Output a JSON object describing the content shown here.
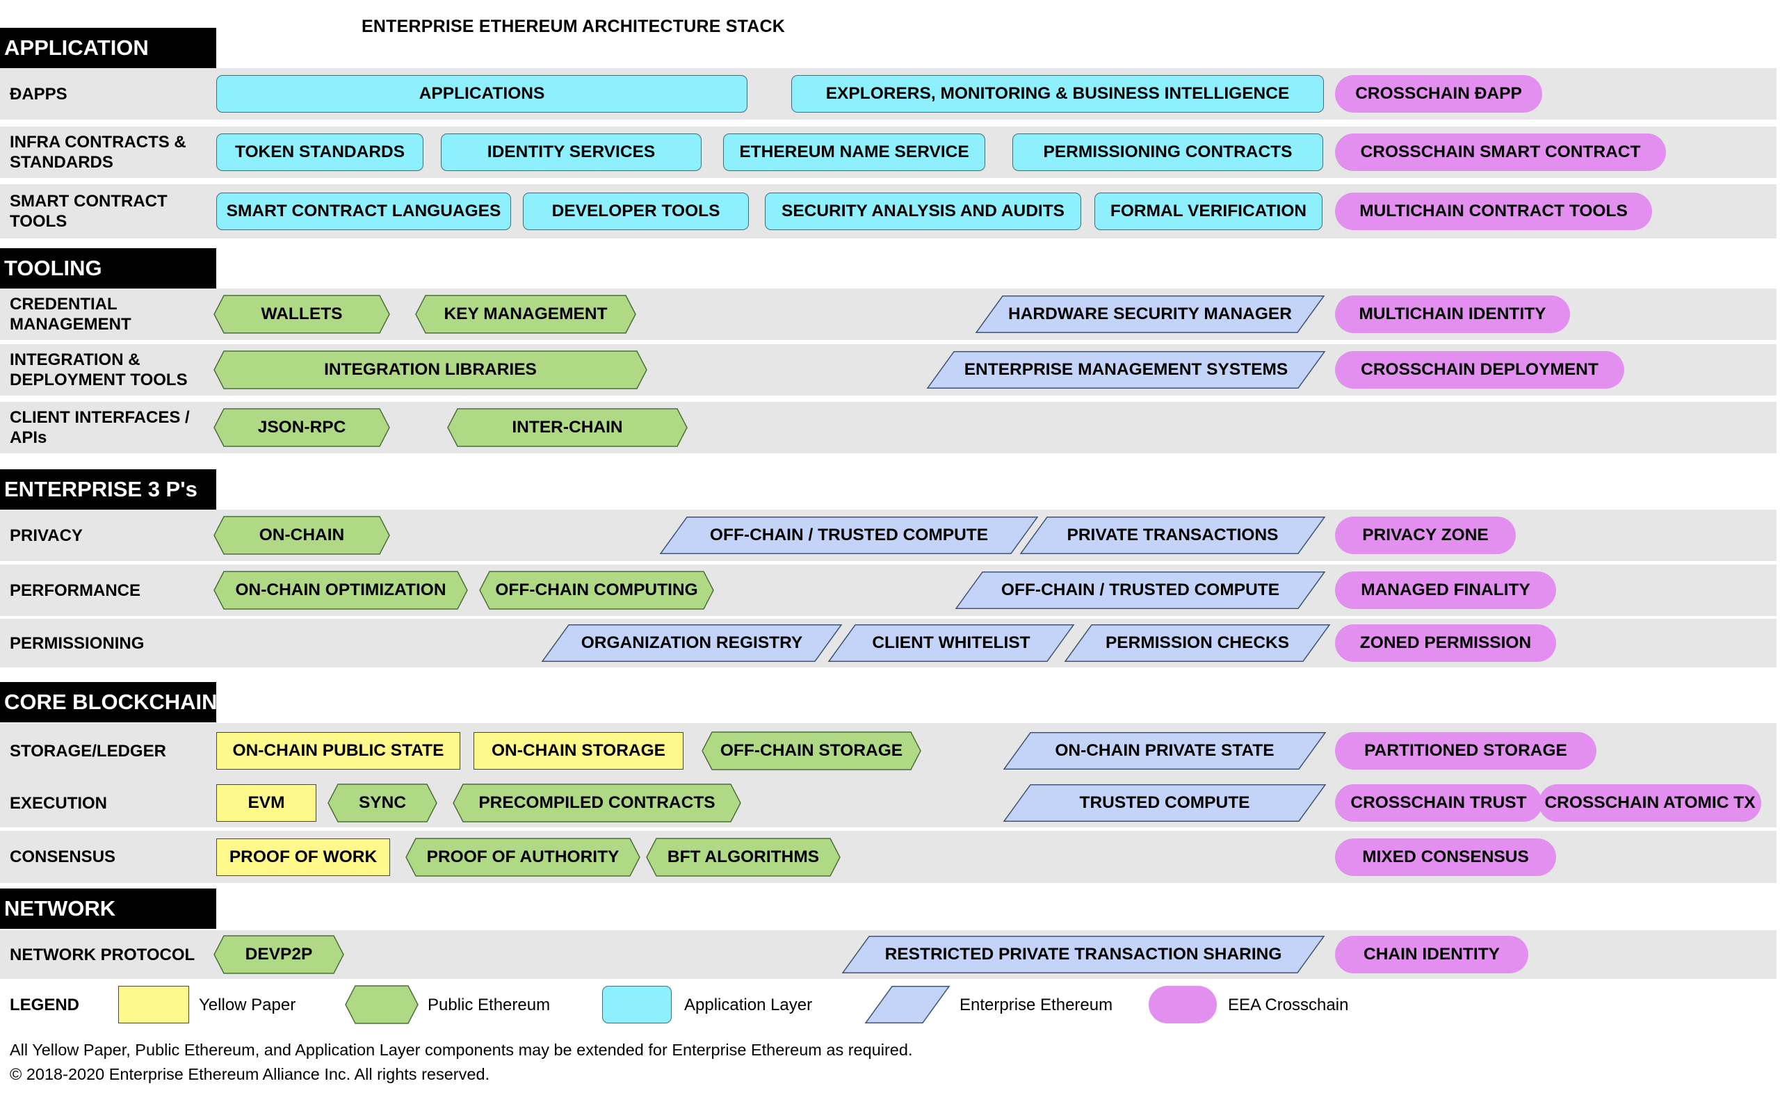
{
  "title": "ENTERPRISE ETHEREUM ARCHITECTURE STACK",
  "colors": {
    "yellow_paper": "#fff98c",
    "public_ethereum": "#b0d985",
    "application_layer": "#8ef0fd",
    "enterprise_ethereum": "#c3d4f8",
    "eea_crosschain": "#e28fef"
  },
  "sections": [
    "APPLICATION",
    "TOOLING",
    "ENTERPRISE 3 P's",
    "CORE BLOCKCHAIN",
    "NETWORK"
  ],
  "rows": [
    {
      "label": "ĐAPPS",
      "items": [
        {
          "text": "APPLICATIONS",
          "kind": "app"
        },
        {
          "text": "EXPLORERS, MONITORING & BUSINESS INTELLIGENCE",
          "kind": "app"
        },
        {
          "text": "CROSSCHAIN ĐAPP",
          "kind": "ec"
        }
      ]
    },
    {
      "label": "INFRA CONTRACTS & STANDARDS",
      "items": [
        {
          "text": "TOKEN STANDARDS",
          "kind": "app"
        },
        {
          "text": "IDENTITY SERVICES",
          "kind": "app"
        },
        {
          "text": "ETHEREUM NAME SERVICE",
          "kind": "app"
        },
        {
          "text": "PERMISSIONING CONTRACTS",
          "kind": "app"
        },
        {
          "text": "CROSSCHAIN SMART CONTRACT",
          "kind": "ec"
        }
      ]
    },
    {
      "label": "SMART CONTRACT TOOLS",
      "items": [
        {
          "text": "SMART CONTRACT LANGUAGES",
          "kind": "app"
        },
        {
          "text": "DEVELOPER TOOLS",
          "kind": "app"
        },
        {
          "text": "SECURITY ANALYSIS AND AUDITS",
          "kind": "app"
        },
        {
          "text": "FORMAL VERIFICATION",
          "kind": "app"
        },
        {
          "text": "MULTICHAIN CONTRACT TOOLS",
          "kind": "ec"
        }
      ]
    },
    {
      "label": "CREDENTIAL MANAGEMENT",
      "items": [
        {
          "text": "WALLETS",
          "kind": "pub"
        },
        {
          "text": "KEY MANAGEMENT",
          "kind": "pub"
        },
        {
          "text": "HARDWARE SECURITY MANAGER",
          "kind": "ent"
        },
        {
          "text": "MULTICHAIN IDENTITY",
          "kind": "ec"
        }
      ]
    },
    {
      "label": "INTEGRATION & DEPLOYMENT TOOLS",
      "items": [
        {
          "text": "INTEGRATION LIBRARIES",
          "kind": "pub"
        },
        {
          "text": "ENTERPRISE MANAGEMENT SYSTEMS",
          "kind": "ent"
        },
        {
          "text": "CROSSCHAIN DEPLOYMENT",
          "kind": "ec"
        }
      ]
    },
    {
      "label": "CLIENT INTERFACES / APIs",
      "items": [
        {
          "text": "JSON-RPC",
          "kind": "pub"
        },
        {
          "text": "INTER-CHAIN",
          "kind": "pub"
        }
      ]
    },
    {
      "label": "PRIVACY",
      "items": [
        {
          "text": "ON-CHAIN",
          "kind": "pub"
        },
        {
          "text": "OFF-CHAIN / TRUSTED COMPUTE",
          "kind": "ent"
        },
        {
          "text": "PRIVATE TRANSACTIONS",
          "kind": "ent"
        },
        {
          "text": "PRIVACY ZONE",
          "kind": "ec"
        }
      ]
    },
    {
      "label": "PERFORMANCE",
      "items": [
        {
          "text": "ON-CHAIN OPTIMIZATION",
          "kind": "pub"
        },
        {
          "text": "OFF-CHAIN COMPUTING",
          "kind": "pub"
        },
        {
          "text": "OFF-CHAIN / TRUSTED COMPUTE",
          "kind": "ent"
        },
        {
          "text": "MANAGED FINALITY",
          "kind": "ec"
        }
      ]
    },
    {
      "label": "PERMISSIONING",
      "items": [
        {
          "text": "ORGANIZATION REGISTRY",
          "kind": "ent"
        },
        {
          "text": "CLIENT WHITELIST",
          "kind": "ent"
        },
        {
          "text": "PERMISSION CHECKS",
          "kind": "ent"
        },
        {
          "text": "ZONED PERMISSION",
          "kind": "ec"
        }
      ]
    },
    {
      "label": "STORAGE/LEDGER",
      "items": [
        {
          "text": "ON-CHAIN PUBLIC STATE",
          "kind": "yp"
        },
        {
          "text": "ON-CHAIN STORAGE",
          "kind": "yp"
        },
        {
          "text": "OFF-CHAIN STORAGE",
          "kind": "pub"
        },
        {
          "text": "ON-CHAIN PRIVATE STATE",
          "kind": "ent"
        },
        {
          "text": "PARTITIONED STORAGE",
          "kind": "ec"
        }
      ]
    },
    {
      "label": "EXECUTION",
      "items": [
        {
          "text": "EVM",
          "kind": "yp"
        },
        {
          "text": "SYNC",
          "kind": "pub"
        },
        {
          "text": "PRECOMPILED CONTRACTS",
          "kind": "pub"
        },
        {
          "text": "TRUSTED COMPUTE",
          "kind": "ent"
        },
        {
          "text": "CROSSCHAIN TRUST",
          "kind": "ec"
        },
        {
          "text": "CROSSCHAIN ATOMIC TX",
          "kind": "ec"
        }
      ]
    },
    {
      "label": "CONSENSUS",
      "items": [
        {
          "text": "PROOF OF WORK",
          "kind": "yp"
        },
        {
          "text": "PROOF OF AUTHORITY",
          "kind": "pub"
        },
        {
          "text": "BFT ALGORITHMS",
          "kind": "pub"
        },
        {
          "text": "MIXED CONSENSUS",
          "kind": "ec"
        }
      ]
    },
    {
      "label": "NETWORK PROTOCOL",
      "items": [
        {
          "text": "DEVP2P",
          "kind": "pub"
        },
        {
          "text": "RESTRICTED PRIVATE TRANSACTION SHARING",
          "kind": "ent"
        },
        {
          "text": "CHAIN IDENTITY",
          "kind": "ec"
        }
      ]
    }
  ],
  "legend": {
    "label": "LEGEND",
    "items": [
      {
        "text": "Yellow Paper",
        "kind": "yp"
      },
      {
        "text": "Public Ethereum",
        "kind": "pub"
      },
      {
        "text": "Application Layer",
        "kind": "app"
      },
      {
        "text": "Enterprise Ethereum",
        "kind": "ent"
      },
      {
        "text": "EEA Crosschain",
        "kind": "ec"
      }
    ]
  },
  "footer": [
    "All Yellow Paper, Public Ethereum, and Application Layer components may be extended for Enterprise Ethereum as required.",
    "© 2018-2020 Enterprise Ethereum Alliance Inc. All rights reserved."
  ]
}
